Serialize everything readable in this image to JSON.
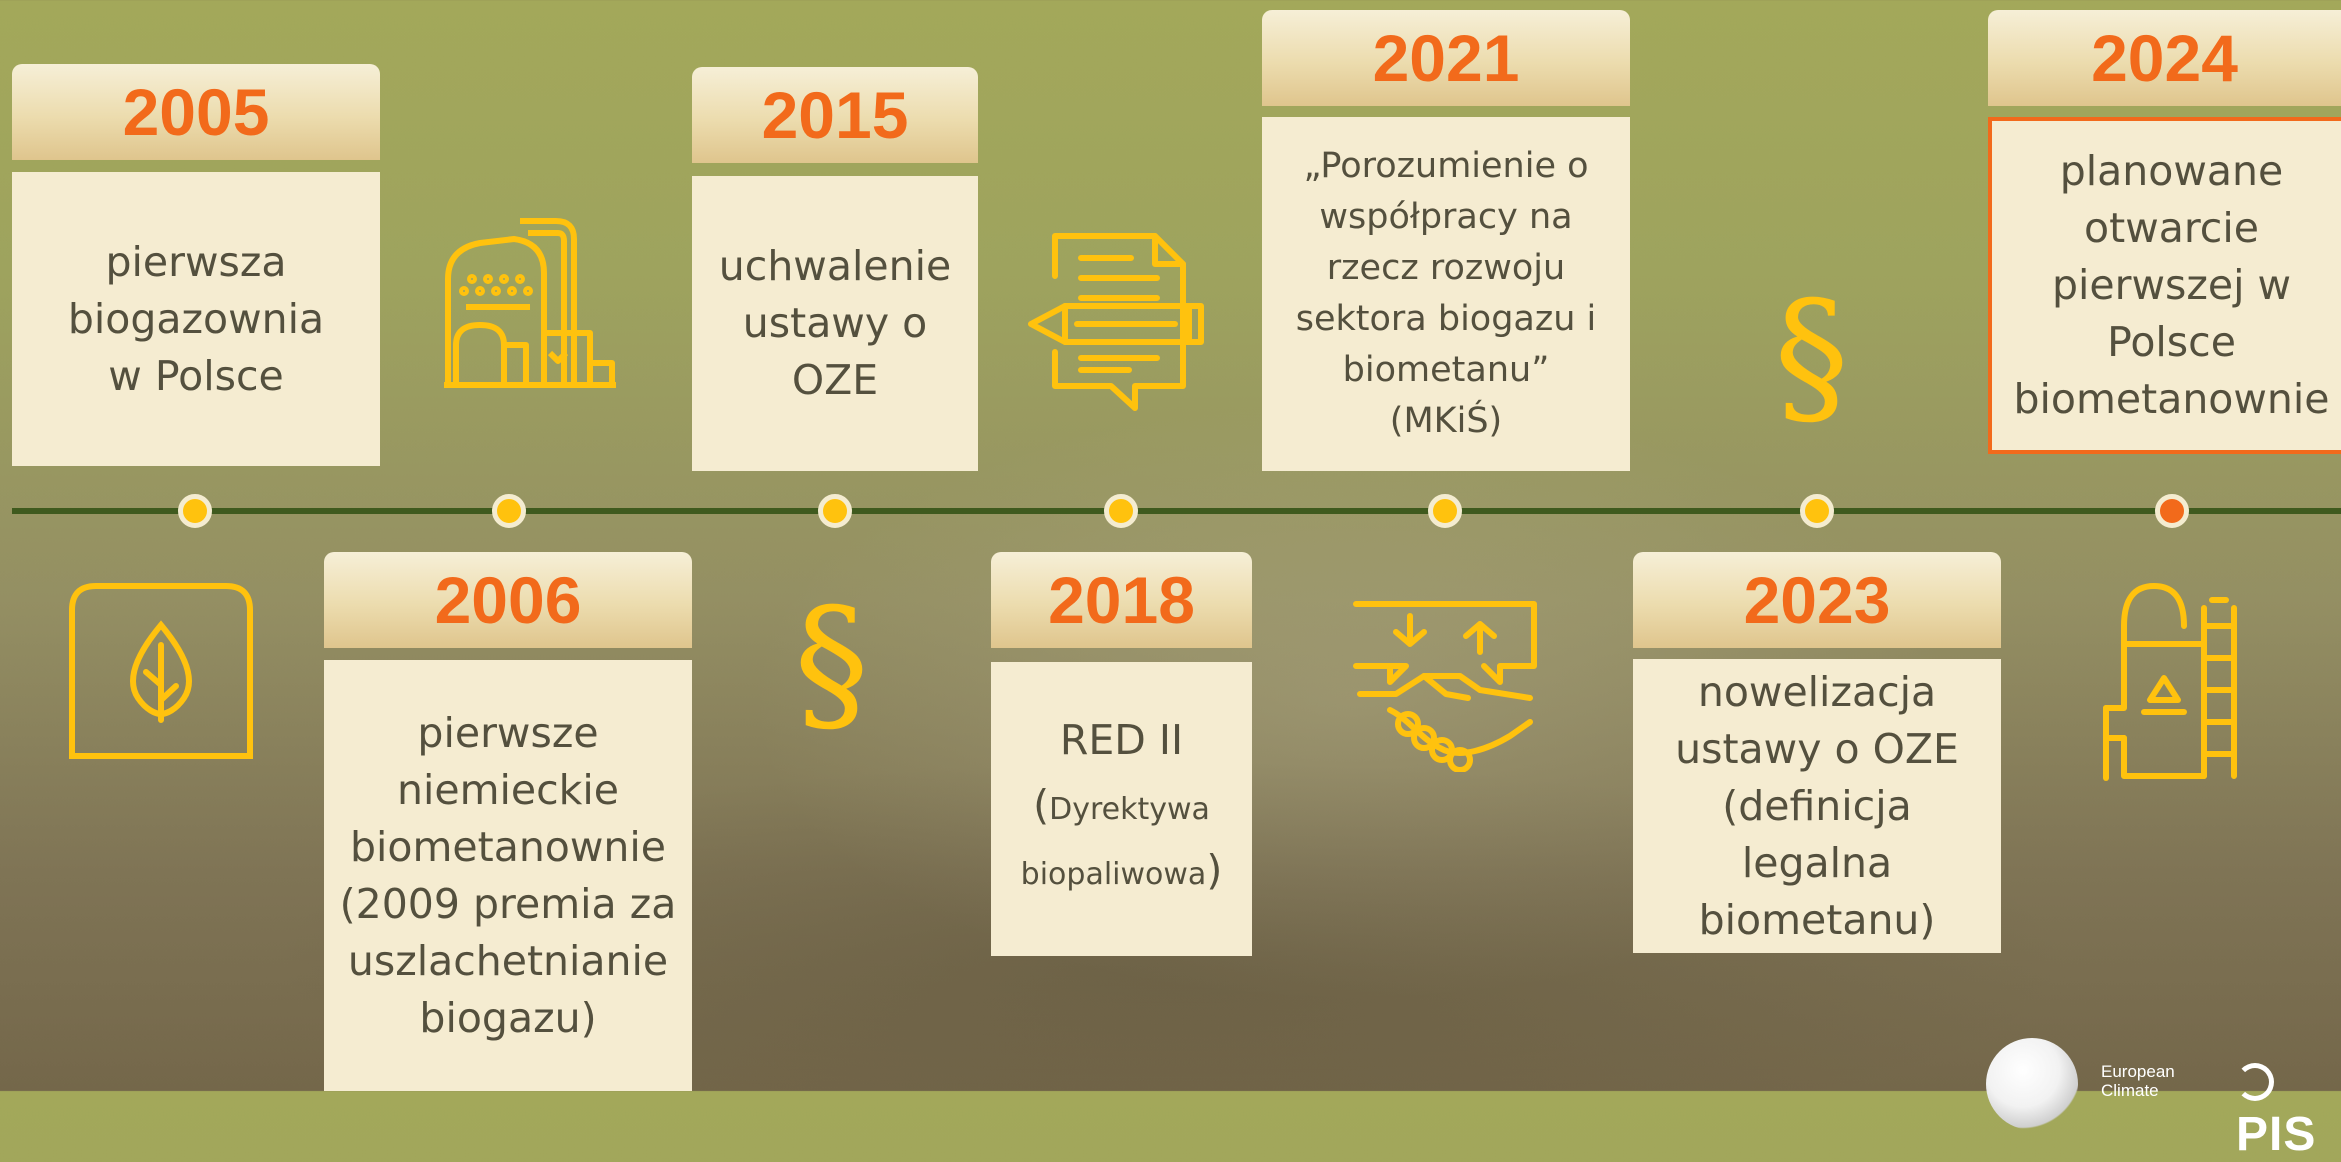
{
  "timeline": [
    {
      "year": "2005",
      "text": "pierwsza biogazownia w Polsce",
      "icon": "leaf-icon"
    },
    {
      "year": "2006",
      "text": "pierwsze niemieckie biometanownie (2009 premia za uszlachetnianie biogazu)",
      "icon": "biogas-plant-icon"
    },
    {
      "year": "2015",
      "text": "uchwalenie ustawy o OZE",
      "icon": "section-sign-icon"
    },
    {
      "year": "2018",
      "text_main": "RED II",
      "text_paren": "Dyrektywa biopaliwowa",
      "icon": "document-icon"
    },
    {
      "year": "2021",
      "text": "„Porozumienie o współpracy na rzecz rozwoju sektora biogazu i biometanu” (MKiŚ)",
      "icon": "handshake-icon"
    },
    {
      "year": "2023",
      "text": "nowelizacja ustawy o OZE (definicja legalna biometanu)",
      "icon": "section-sign-icon"
    },
    {
      "year": "2024",
      "text": "planowane otwarcie pierwszej w Polsce biometanownie",
      "icon": "fuel-tank-icon",
      "highlighted": true
    }
  ],
  "section_sign": "§",
  "logos": {
    "eci_text": "European Climate",
    "pis_text": "PIS"
  },
  "colors": {
    "accent": "#f26a1b",
    "icon": "#ffc20e",
    "card": "#f5ecd1",
    "axis": "#3f5a1e",
    "text": "#54503e"
  }
}
